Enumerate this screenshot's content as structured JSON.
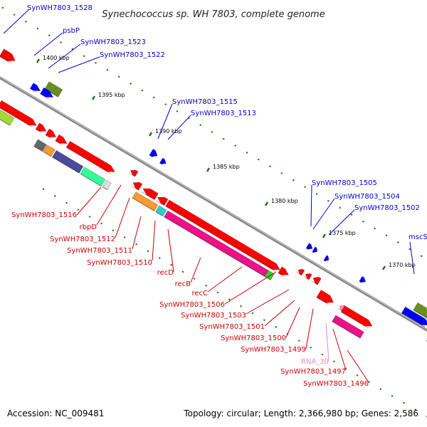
{
  "title": "Synechococcus sp. WH 7803, complete genome",
  "footer": {
    "accession": "Accession: NC_009481",
    "topology": "Topology: circular; Length: 2,366,980 bp; Genes: 2,586"
  },
  "colors": {
    "backbone": "#888888",
    "forward_label": "#0000cc",
    "reverse_label": "#cc0000",
    "rna_label": "#ee88bb",
    "tick": "#117711",
    "olive": "#6b8e23",
    "lime": "#a6d63a",
    "red": "#ff0000",
    "blue": "#0000ff",
    "magenta": "#ee1188",
    "slateblue": "#4a4a9a",
    "grey": "#666666",
    "orange": "#ff9933",
    "spring": "#33ff99",
    "green": "#33cc33",
    "cyan": "#33cccc",
    "pink": "#ff88cc"
  },
  "scale": {
    "ticks": [
      {
        "label": "1400 kbp"
      },
      {
        "label": "1395 kbp"
      },
      {
        "label": "1390 kbp"
      },
      {
        "label": "1385 kbp"
      },
      {
        "label": "1380 kbp"
      },
      {
        "label": "1375 kbp"
      },
      {
        "label": "1370 kbp"
      }
    ]
  },
  "labels": {
    "forward": [
      {
        "text": "SynWH7803_1528"
      },
      {
        "text": "psbP"
      },
      {
        "text": "SynWH7803_1523"
      },
      {
        "text": "SynWH7803_1522"
      },
      {
        "text": "SynWH7803_1515"
      },
      {
        "text": "SynWH7803_1513"
      },
      {
        "text": "SynWH7803_1505"
      },
      {
        "text": "SynWH7803_1504"
      },
      {
        "text": "SynWH7803_1502"
      },
      {
        "text": "mscS"
      }
    ],
    "reverse": [
      {
        "text": "SynWH7803_1516"
      },
      {
        "text": "rbpD"
      },
      {
        "text": "SynWH7803_1512"
      },
      {
        "text": "SynWH7803_1511"
      },
      {
        "text": "SynWH7803_1510"
      },
      {
        "text": "recD"
      },
      {
        "text": "recB"
      },
      {
        "text": "recC"
      },
      {
        "text": "SynWH7803_1506"
      },
      {
        "text": "SynWH7803_1503"
      },
      {
        "text": "SynWH7803_1501"
      },
      {
        "text": "SynWH7803_1500"
      },
      {
        "text": "SynWH7803_1499"
      },
      {
        "text": "RNA_30"
      },
      {
        "text": "SynWH7803_1497"
      },
      {
        "text": "SynWH7803_1496"
      }
    ]
  }
}
